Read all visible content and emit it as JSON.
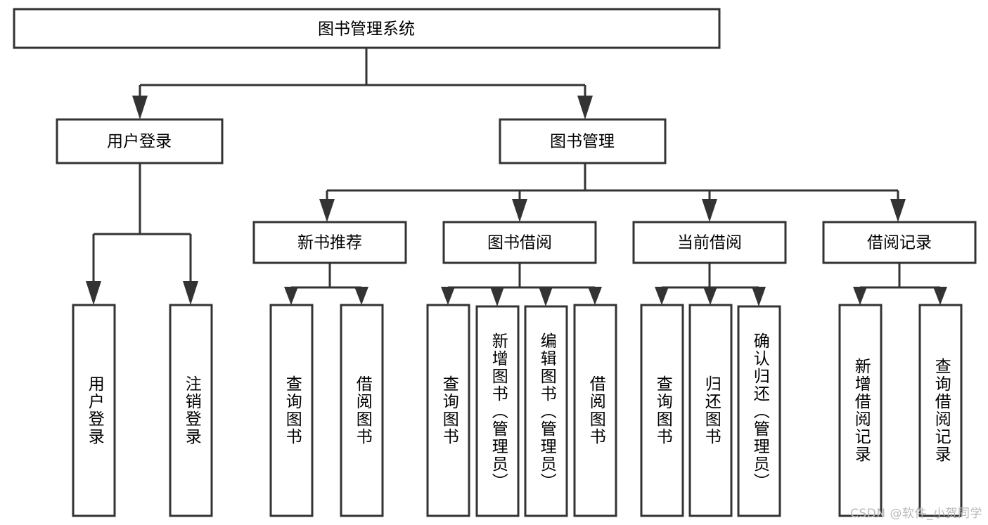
{
  "diagram": {
    "title": "图书管理系统",
    "type": "tree",
    "root": {
      "id": "root",
      "label": "图书管理系统",
      "orientation": "horizontal"
    },
    "level2": [
      {
        "id": "user-login",
        "label": "用户登录",
        "orientation": "horizontal"
      },
      {
        "id": "book-manage",
        "label": "图书管理",
        "orientation": "horizontal"
      }
    ],
    "level3": [
      {
        "id": "new-book-rec",
        "label": "新书推荐",
        "orientation": "horizontal",
        "parent": "book-manage"
      },
      {
        "id": "book-borrow",
        "label": "图书借阅",
        "orientation": "horizontal",
        "parent": "book-manage"
      },
      {
        "id": "current-borrow",
        "label": "当前借阅",
        "orientation": "horizontal",
        "parent": "book-manage"
      },
      {
        "id": "borrow-record",
        "label": "借阅记录",
        "orientation": "horizontal",
        "parent": "book-manage"
      }
    ],
    "leaves": [
      {
        "id": "leaf-user-login",
        "label": "用户登录",
        "parent": "user-login",
        "orientation": "vertical"
      },
      {
        "id": "leaf-user-logout",
        "label": "注销登录",
        "parent": "user-login",
        "orientation": "vertical"
      },
      {
        "id": "leaf-query-book-1",
        "label": "查询图书",
        "parent": "new-book-rec",
        "orientation": "vertical"
      },
      {
        "id": "leaf-borrow-book-1",
        "label": "借阅图书",
        "parent": "new-book-rec",
        "orientation": "vertical"
      },
      {
        "id": "leaf-query-book-2",
        "label": "查询图书",
        "parent": "book-borrow",
        "orientation": "vertical"
      },
      {
        "id": "leaf-add-book",
        "label": "新增图书（管理员）",
        "parent": "book-borrow",
        "orientation": "vertical"
      },
      {
        "id": "leaf-edit-book",
        "label": "编辑图书（管理员）",
        "parent": "book-borrow",
        "orientation": "vertical"
      },
      {
        "id": "leaf-borrow-book-2",
        "label": "借阅图书",
        "parent": "book-borrow",
        "orientation": "vertical"
      },
      {
        "id": "leaf-query-book-3",
        "label": "查询图书",
        "parent": "current-borrow",
        "orientation": "vertical"
      },
      {
        "id": "leaf-return-book",
        "label": "归还图书",
        "parent": "current-borrow",
        "orientation": "vertical"
      },
      {
        "id": "leaf-confirm-return",
        "label": "确认归还（管理员）",
        "parent": "current-borrow",
        "orientation": "vertical"
      },
      {
        "id": "leaf-add-record",
        "label": "新增借阅记录",
        "parent": "borrow-record",
        "orientation": "vertical"
      },
      {
        "id": "leaf-query-record",
        "label": "查询借阅记录",
        "parent": "borrow-record",
        "orientation": "vertical"
      }
    ],
    "colors": {
      "box_stroke": "#333333",
      "box_fill": "#ffffff",
      "connector": "#333333",
      "text": "#000000",
      "watermark": "#b9b9b9",
      "background": "#ffffff"
    }
  },
  "watermark": {
    "text": "CSDN @软件_小贺同学"
  }
}
